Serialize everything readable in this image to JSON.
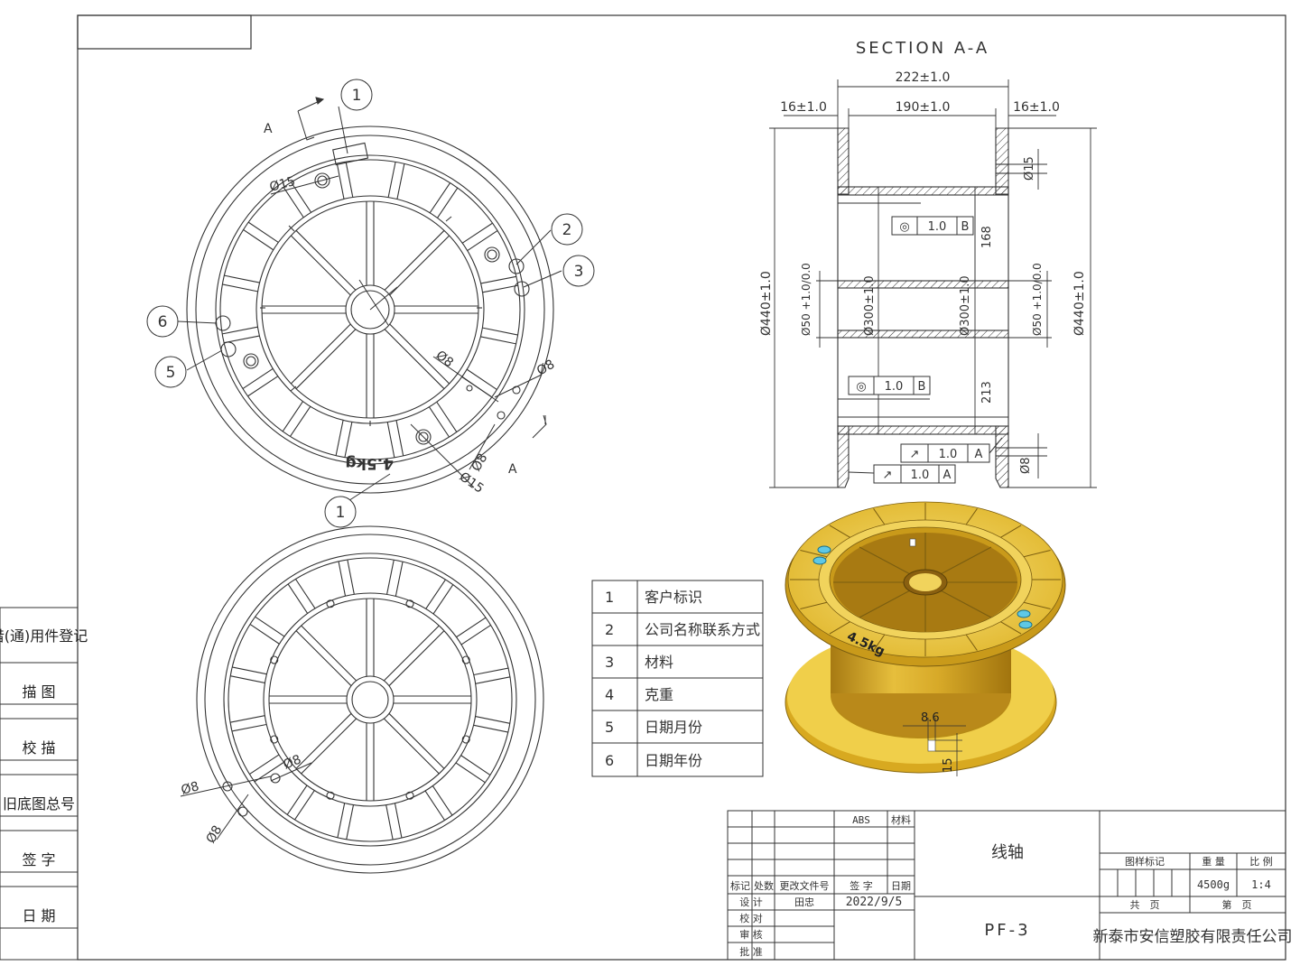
{
  "section": {
    "title": "SECTION A-A",
    "dims": {
      "overall_width": "222±1.0",
      "inner_width": "190±1.0",
      "flange_left": "16±1.0",
      "flange_right": "16±1.0",
      "flange_dia_left": "Ø440±1.0",
      "flange_dia_right": "Ø440±1.0",
      "bore_left": "Ø50 +1.0/0.0",
      "bore_right": "Ø50 +1.0/0.0",
      "hub_left": "Ø300±1.0",
      "hub_right": "Ø300±1.0",
      "dim_168": "168",
      "dim_213": "213",
      "hole_15": "Ø15",
      "hole_8": "Ø8"
    },
    "tolerances": [
      {
        "symbol": "◎",
        "value": "1.0",
        "datum": "B"
      },
      {
        "symbol": "◎",
        "value": "1.0",
        "datum": "B"
      },
      {
        "symbol": "↗",
        "value": "1.0",
        "datum": "A"
      },
      {
        "symbol": "↗",
        "value": "1.0",
        "datum": "A"
      }
    ]
  },
  "front_view": {
    "section_label_top": "A",
    "section_label_bottom": "A",
    "weight_label": "4.5kg",
    "dims": {
      "d15_top": "Ø15",
      "d15_bottom": "Ø15",
      "d8_a": "Ø8",
      "d8_b": "Ø8",
      "d8_c": "Ø8"
    },
    "balloons": [
      "1",
      "2",
      "3",
      "6",
      "5",
      "1"
    ]
  },
  "back_view": {
    "dims": {
      "d8_a": "Ø8",
      "d8_b": "Ø8",
      "d8_c": "Ø8"
    }
  },
  "iso_view": {
    "weight_label": "4.5kg",
    "dims": {
      "w": "8.6",
      "h": "15"
    }
  },
  "legend": [
    {
      "no": "1",
      "text": "客户标识"
    },
    {
      "no": "2",
      "text": "公司名称联系方式"
    },
    {
      "no": "3",
      "text": "材料"
    },
    {
      "no": "4",
      "text": "克重"
    },
    {
      "no": "5",
      "text": "日期月份"
    },
    {
      "no": "6",
      "text": "日期年份"
    }
  ],
  "left_strip": [
    "借(通)用件登记",
    "描 图",
    "校 描",
    "旧底图总号",
    "签 字",
    "日 期"
  ],
  "title_block": {
    "material_value": "ABS",
    "material_label": "材料",
    "headers": [
      "标记",
      "处数",
      "更改文件号",
      "签 字",
      "日期"
    ],
    "rows": [
      {
        "label": "设 计",
        "name": "田忠",
        "date": "2022/9/5"
      },
      {
        "label": "校 对",
        "name": "",
        "date": ""
      },
      {
        "label": "审 核",
        "name": "",
        "date": ""
      },
      {
        "label": "批 准",
        "name": "",
        "date": ""
      }
    ],
    "part_name": "线轴",
    "drawing_no": "PF-3",
    "stage_label": "图样标记",
    "weight_label": "重 量",
    "scale_label": "比 例",
    "weight_value": "4500g",
    "scale_value": "1:4",
    "total_sheets": "共　页",
    "sheet_no": "第　页",
    "company": "新泰市安信塑胶有限责任公司"
  },
  "colors": {
    "line": "#2a2a2a",
    "gold": "#e6c23a",
    "gold_dark": "#c99a1a",
    "gold_light": "#f3db6e",
    "cyan": "#5ec8e6"
  }
}
